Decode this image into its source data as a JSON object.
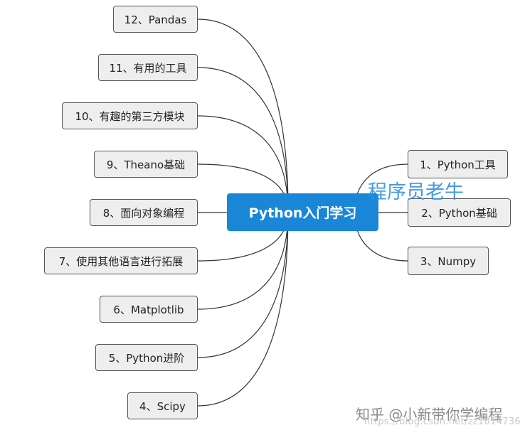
{
  "root": {
    "label": "Python入门学习"
  },
  "branches_left": [
    "12、Pandas",
    "11、有用的工具",
    "10、有趣的第三方模块",
    "9、Theano基础",
    "8、面向对象编程",
    "7、使用其他语言进行拓展",
    "6、Matplotlib",
    "5、Python进阶",
    "4、Scipy"
  ],
  "branches_right": [
    "1、Python工具",
    "2、Python基础",
    "3、Numpy"
  ],
  "watermarks": {
    "overlay": "程序员老牛",
    "platform": "知乎 @小新带你学编程",
    "url": "https://blog.csdn.net/zz1014736"
  },
  "colors": {
    "root_fill": "#1a86d8",
    "node_fill": "#eeeeee",
    "node_border": "#555555",
    "connector": "#333333"
  }
}
